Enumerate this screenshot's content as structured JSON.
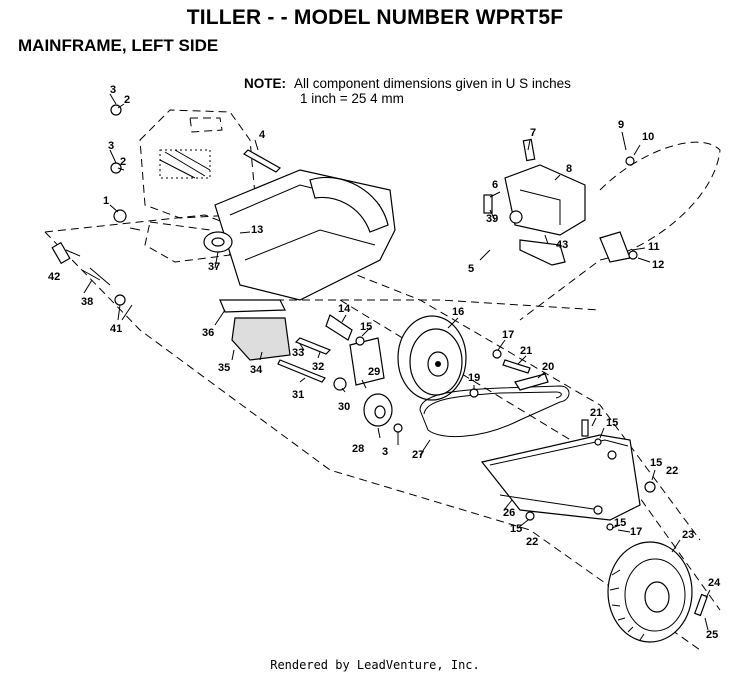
{
  "header": {
    "title": "TILLER - - MODEL NUMBER WPRT5F",
    "subtitle": "MAINFRAME, LEFT SIDE"
  },
  "note": {
    "label": "NOTE:",
    "line1": "All component dimensions given in U S  inches",
    "line2": "1 inch = 25 4 mm"
  },
  "footer": "Rendered by LeadVenture, Inc.",
  "callouts": [
    "3",
    "2",
    "3",
    "2",
    "1",
    "4",
    "13",
    "42",
    "38",
    "41",
    "37",
    "36",
    "35",
    "34",
    "33",
    "32",
    "31",
    "30",
    "29",
    "28",
    "3",
    "14",
    "15",
    "16",
    "17",
    "21",
    "20",
    "19",
    "27",
    "21",
    "15",
    "15",
    "22",
    "26",
    "15",
    "22",
    "15",
    "17",
    "23",
    "24",
    "25",
    "7",
    "8",
    "6",
    "39",
    "43",
    "5",
    "9",
    "10",
    "11",
    "12"
  ]
}
